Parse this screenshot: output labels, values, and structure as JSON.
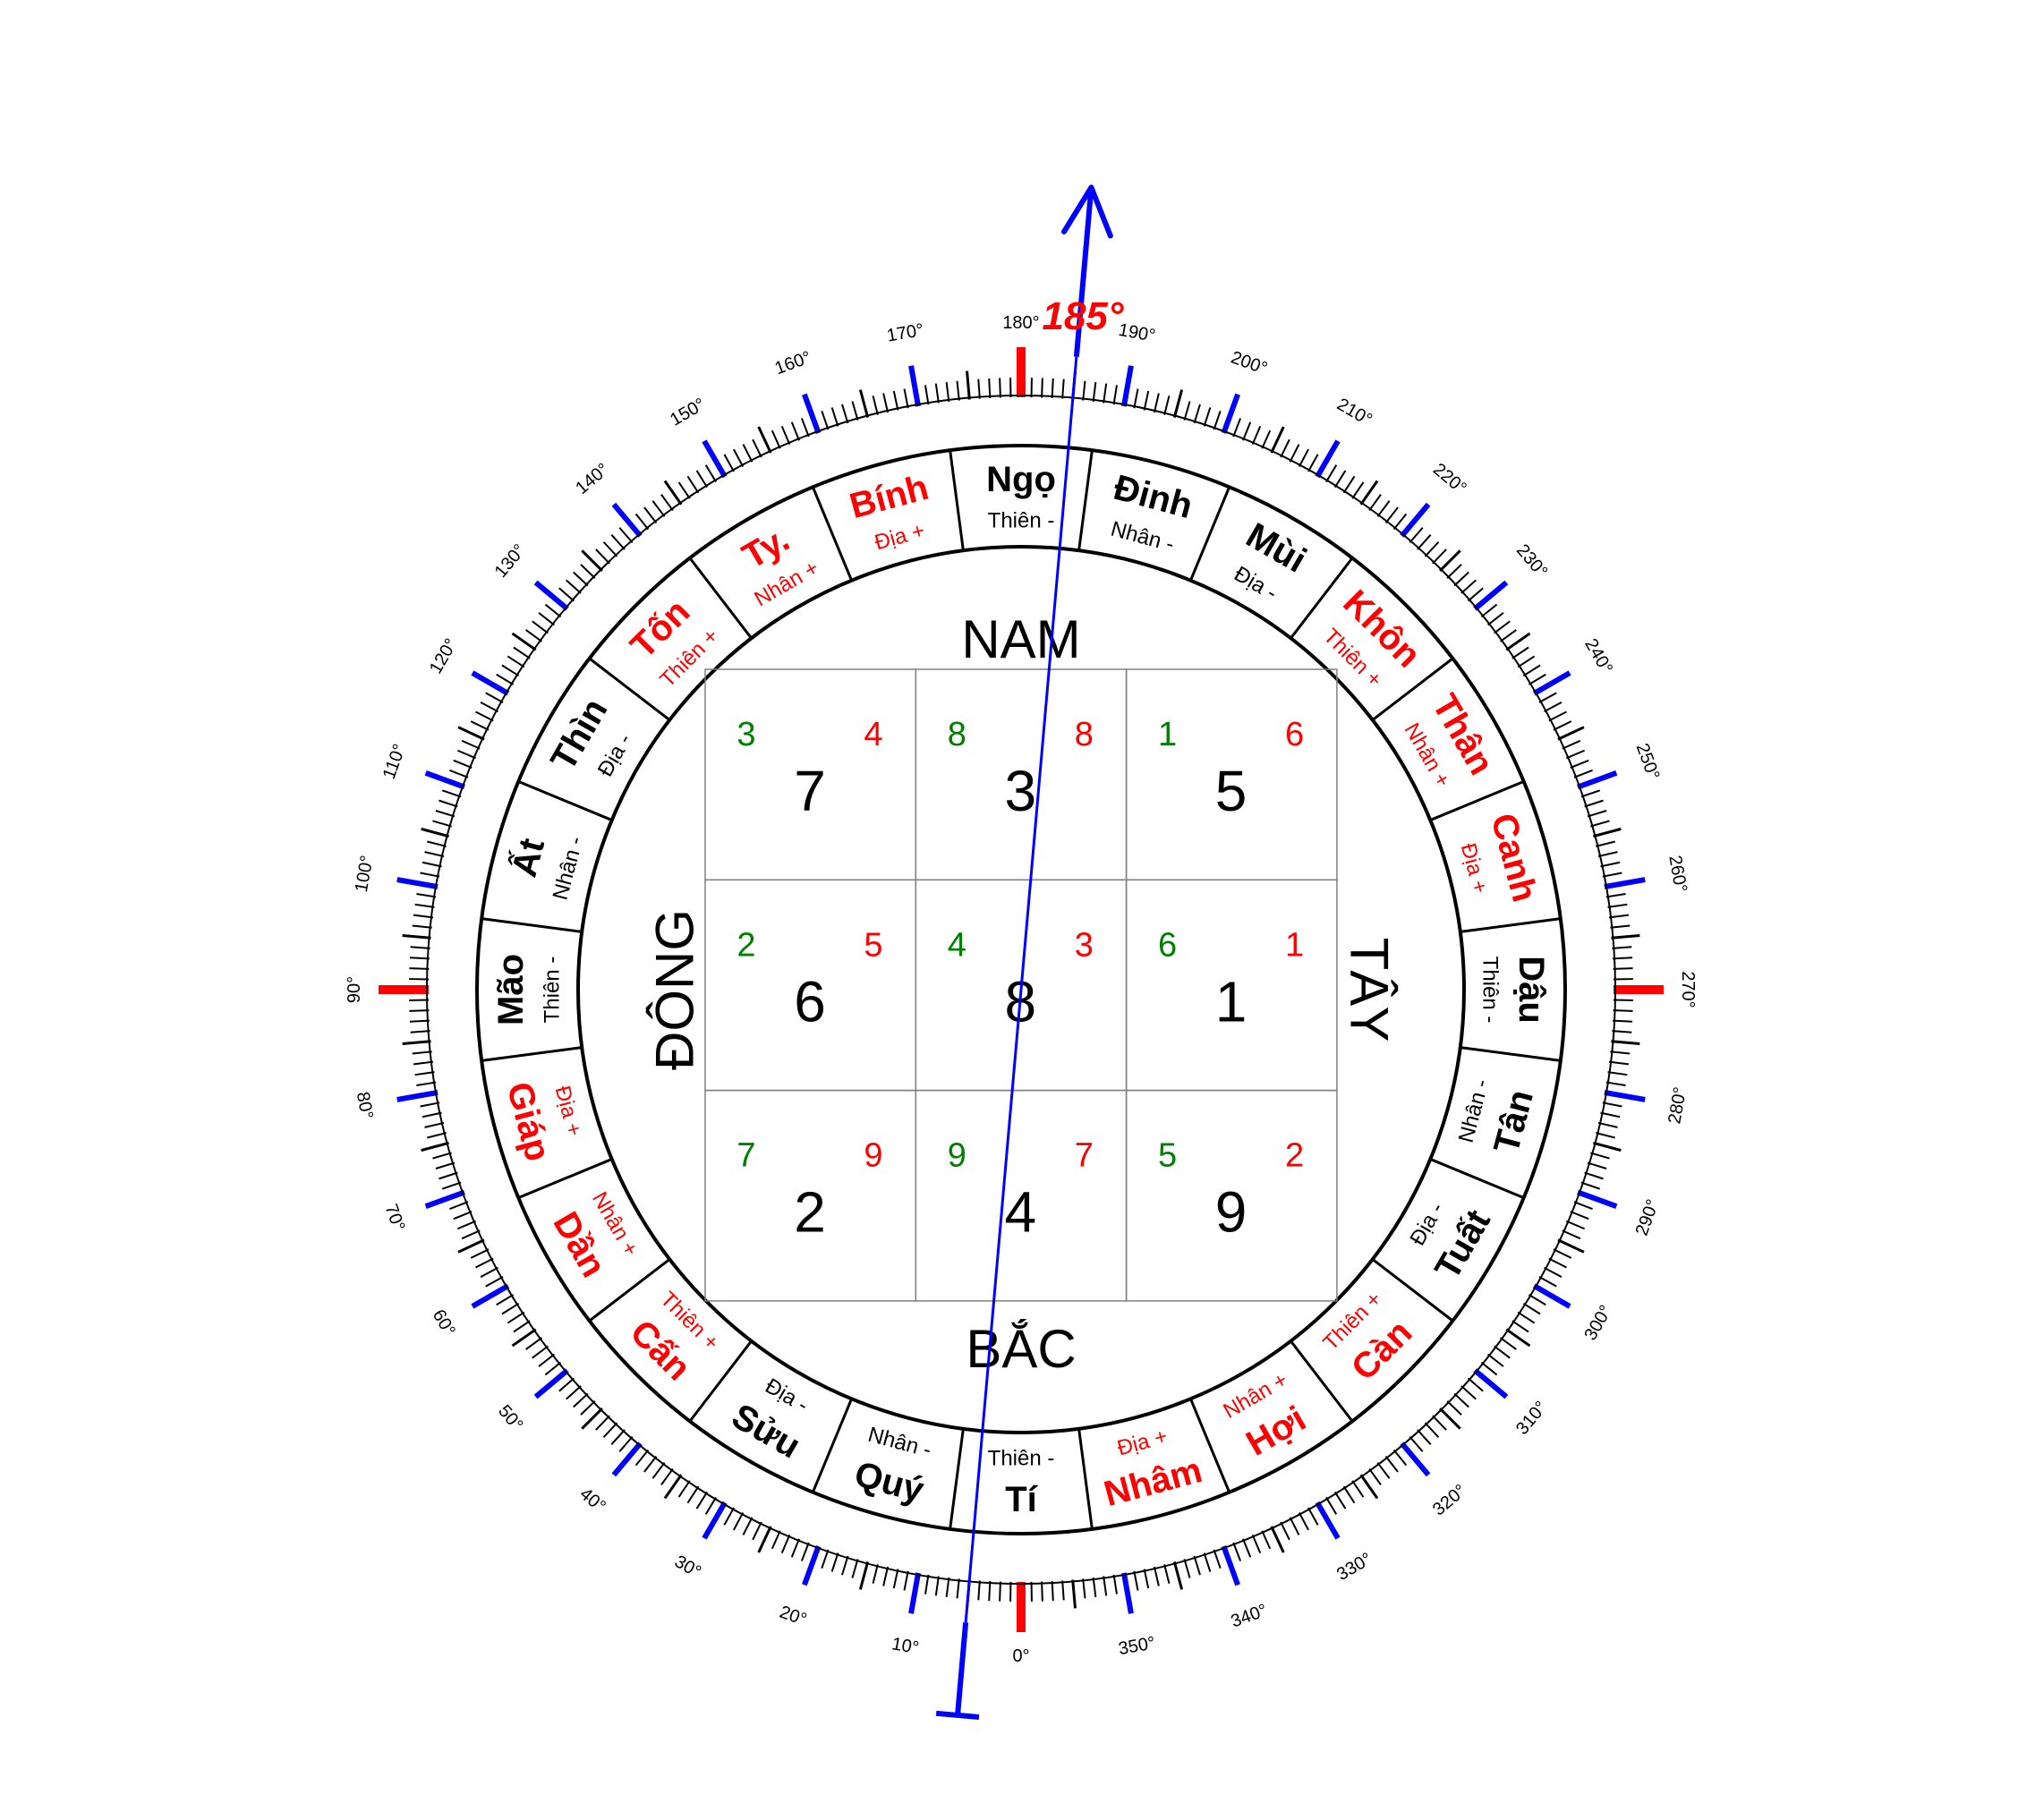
{
  "bearing_label": "185°",
  "bearing_deg": 185,
  "colors": {
    "ring_line": "#000000",
    "major_tick": "#ff0000",
    "ten_tick": "#0000ff",
    "needle": "#0000ff",
    "bearing_text": "#ff0000",
    "positive": "#ff0000",
    "negative": "#000000",
    "mountain_star": "#008000",
    "water_star": "#ff0000",
    "grid": "#808080"
  },
  "directions": {
    "south": "NAM",
    "north": "BẮC",
    "east": "ĐÔNG",
    "west": "TÂY"
  },
  "degree_labels": [
    "0°",
    "10°",
    "20°",
    "30°",
    "40°",
    "50°",
    "60°",
    "70°",
    "80°",
    "90°",
    "100°",
    "110°",
    "120°",
    "130°",
    "140°",
    "150°",
    "160°",
    "170°",
    "180°",
    "190°",
    "200°",
    "210°",
    "220°",
    "230°",
    "240°",
    "250°",
    "260°",
    "270°",
    "280°",
    "290°",
    "300°",
    "310°",
    "320°",
    "330°",
    "340°",
    "350°"
  ],
  "mountains": [
    {
      "name": "Tí",
      "sub": "Thiên -",
      "positive": false
    },
    {
      "name": "Quý",
      "sub": "Nhân -",
      "positive": false
    },
    {
      "name": "Sửu",
      "sub": "Địa -",
      "positive": false
    },
    {
      "name": "Cấn",
      "sub": "Thiên +",
      "positive": true
    },
    {
      "name": "Dần",
      "sub": "Nhân +",
      "positive": true
    },
    {
      "name": "Giáp",
      "sub": "Địa +",
      "positive": true
    },
    {
      "name": "Mão",
      "sub": "Thiên -",
      "positive": false
    },
    {
      "name": "Ất",
      "sub": "Nhân -",
      "positive": false
    },
    {
      "name": "Thìn",
      "sub": "Địa -",
      "positive": false
    },
    {
      "name": "Tốn",
      "sub": "Thiên +",
      "positive": true
    },
    {
      "name": "Ty.",
      "sub": "Nhân +",
      "positive": true
    },
    {
      "name": "Bính",
      "sub": "Địa +",
      "positive": true
    },
    {
      "name": "Ngọ",
      "sub": "Thiên -",
      "positive": false
    },
    {
      "name": "Đinh",
      "sub": "Nhân -",
      "positive": false
    },
    {
      "name": "Mùi",
      "sub": "Địa -",
      "positive": false
    },
    {
      "name": "Khôn",
      "sub": "Thiên +",
      "positive": true
    },
    {
      "name": "Thân",
      "sub": "Nhân +",
      "positive": true
    },
    {
      "name": "Canh",
      "sub": "Địa +",
      "positive": true
    },
    {
      "name": "Dậu",
      "sub": "Thiên -",
      "positive": false
    },
    {
      "name": "Tân",
      "sub": "Nhân -",
      "positive": false
    },
    {
      "name": "Tuất",
      "sub": "Địa -",
      "positive": false
    },
    {
      "name": "Càn",
      "sub": "Thiên +",
      "positive": true
    },
    {
      "name": "Hợi",
      "sub": "Nhân +",
      "positive": true
    },
    {
      "name": "Nhâm",
      "sub": "Địa +",
      "positive": true
    }
  ],
  "grid": [
    [
      {
        "mountain": "3",
        "water": "4",
        "base": "7"
      },
      {
        "mountain": "8",
        "water": "8",
        "base": "3"
      },
      {
        "mountain": "1",
        "water": "6",
        "base": "5"
      }
    ],
    [
      {
        "mountain": "2",
        "water": "5",
        "base": "6"
      },
      {
        "mountain": "4",
        "water": "3",
        "base": "8"
      },
      {
        "mountain": "6",
        "water": "1",
        "base": "1"
      }
    ],
    [
      {
        "mountain": "7",
        "water": "9",
        "base": "2"
      },
      {
        "mountain": "9",
        "water": "7",
        "base": "4"
      },
      {
        "mountain": "5",
        "water": "2",
        "base": "9"
      }
    ]
  ]
}
